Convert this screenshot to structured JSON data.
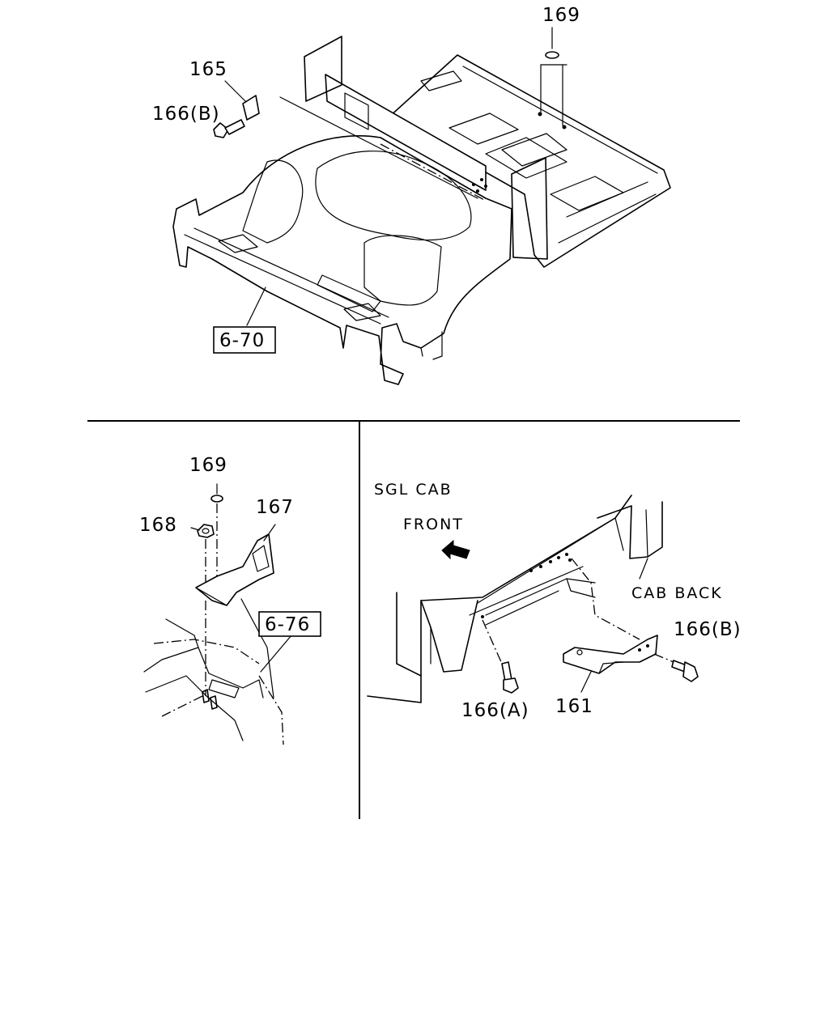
{
  "callouts": {
    "top_169": "169",
    "top_165": "165",
    "top_166b": "166(B)",
    "ref_670": "6-70",
    "left_169": "169",
    "left_168": "168",
    "left_167": "167",
    "ref_676": "6-76",
    "right_166b": "166(B)",
    "right_166a": "166(A)",
    "right_161": "161"
  },
  "notes": {
    "sgl_cab": "SGL CAB",
    "front": "FRONT",
    "cab_back": "CAB BACK"
  }
}
